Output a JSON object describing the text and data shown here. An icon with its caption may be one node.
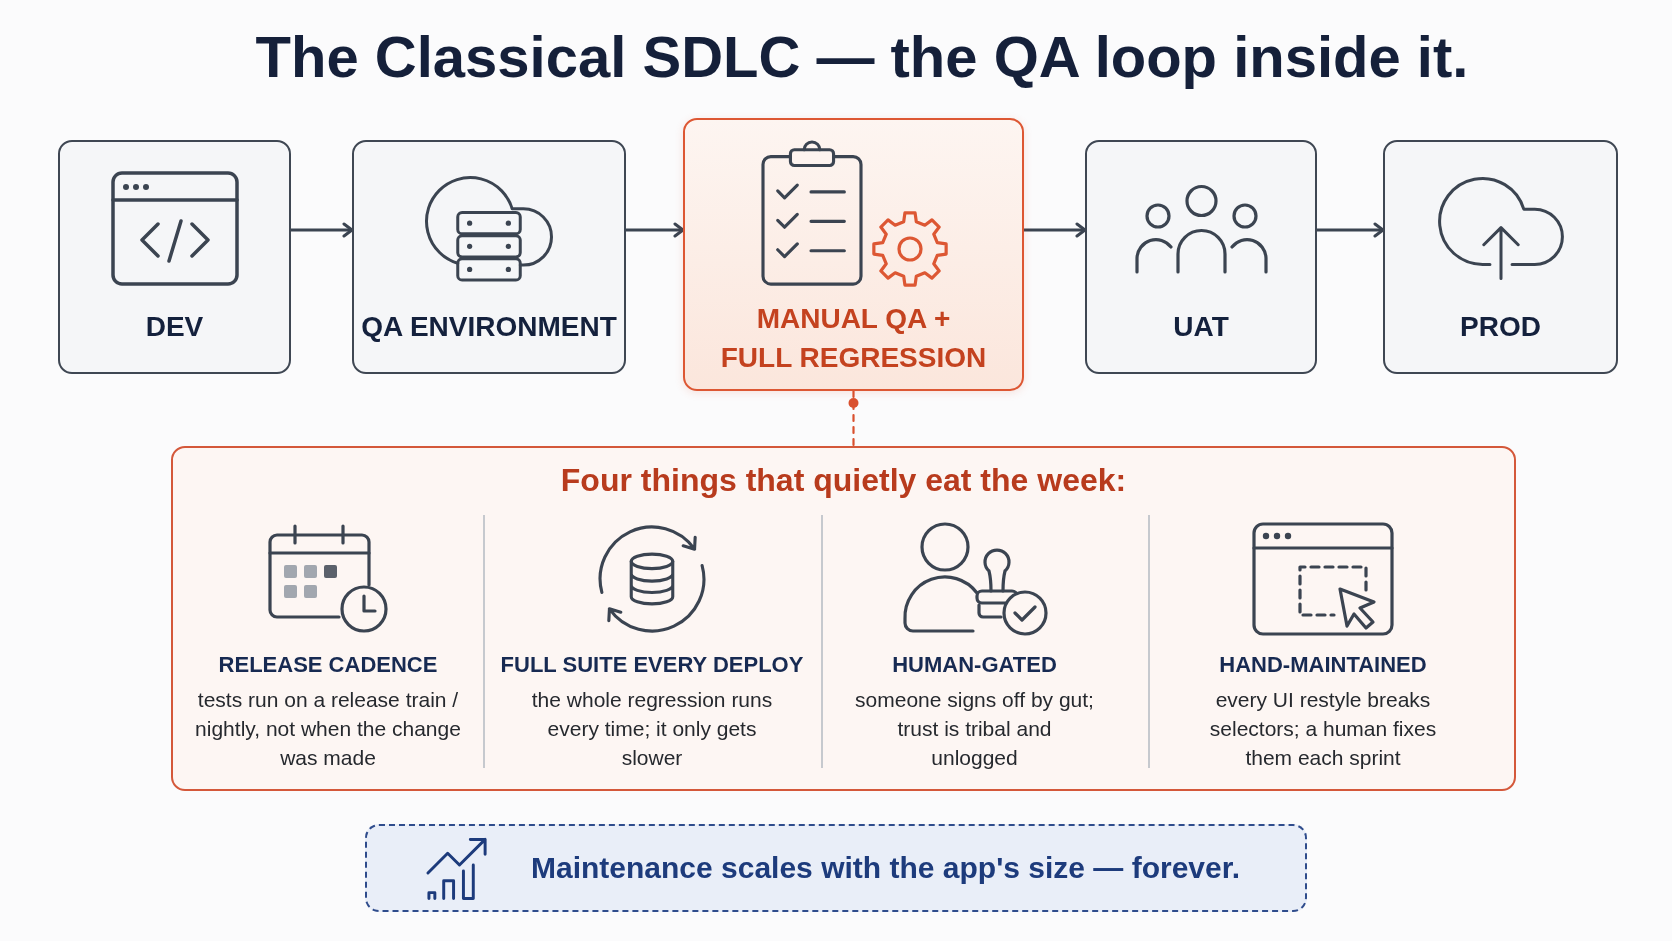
{
  "diagram": {
    "title": "The Classical SDLC — the QA loop inside it.",
    "nodes": [
      {
        "text": [
          "DEV"
        ]
      },
      {
        "text": [
          "QA ENVIRONMENT"
        ]
      },
      {
        "text": [
          "MANUAL QA + FULL REGRESSION"
        ]
      },
      {
        "text": [
          "UAT"
        ]
      },
      {
        "text": [
          "PROD"
        ]
      },
      {
        "text": [
          "Four things that quietly eat the week:"
        ]
      },
      {
        "text": [
          "RELEASE CADENCE",
          "tests run on a release train / nightly, not when the change was made"
        ],
        "in": 5
      },
      {
        "text": [
          "FULL SUITE EVERY DEPLOY",
          "the whole regression runs every time; it only gets slower"
        ],
        "in": 5
      },
      {
        "text": [
          "HUMAN-GATED",
          "someone signs off by gut; trust is tribal and unlogged"
        ],
        "in": 5
      },
      {
        "text": [
          "HAND-MAINTAINED",
          "every UI restyle breaks selectors; a human fixes them each sprint"
        ],
        "in": 5
      },
      {
        "text": [
          "Maintenance scales with the app's size — forever."
        ]
      }
    ],
    "edges": [
      {
        "from": 0,
        "to": 1,
        "arrow": "to"
      },
      {
        "from": 1,
        "to": 2,
        "arrow": "to"
      },
      {
        "from": 2,
        "to": 3,
        "arrow": "to"
      },
      {
        "from": 3,
        "to": 4,
        "arrow": "to"
      },
      {
        "from": 2,
        "to": 5,
        "arrow": "other",
        "style": "dashed",
        "color": "#d9502e"
      }
    ]
  }
}
